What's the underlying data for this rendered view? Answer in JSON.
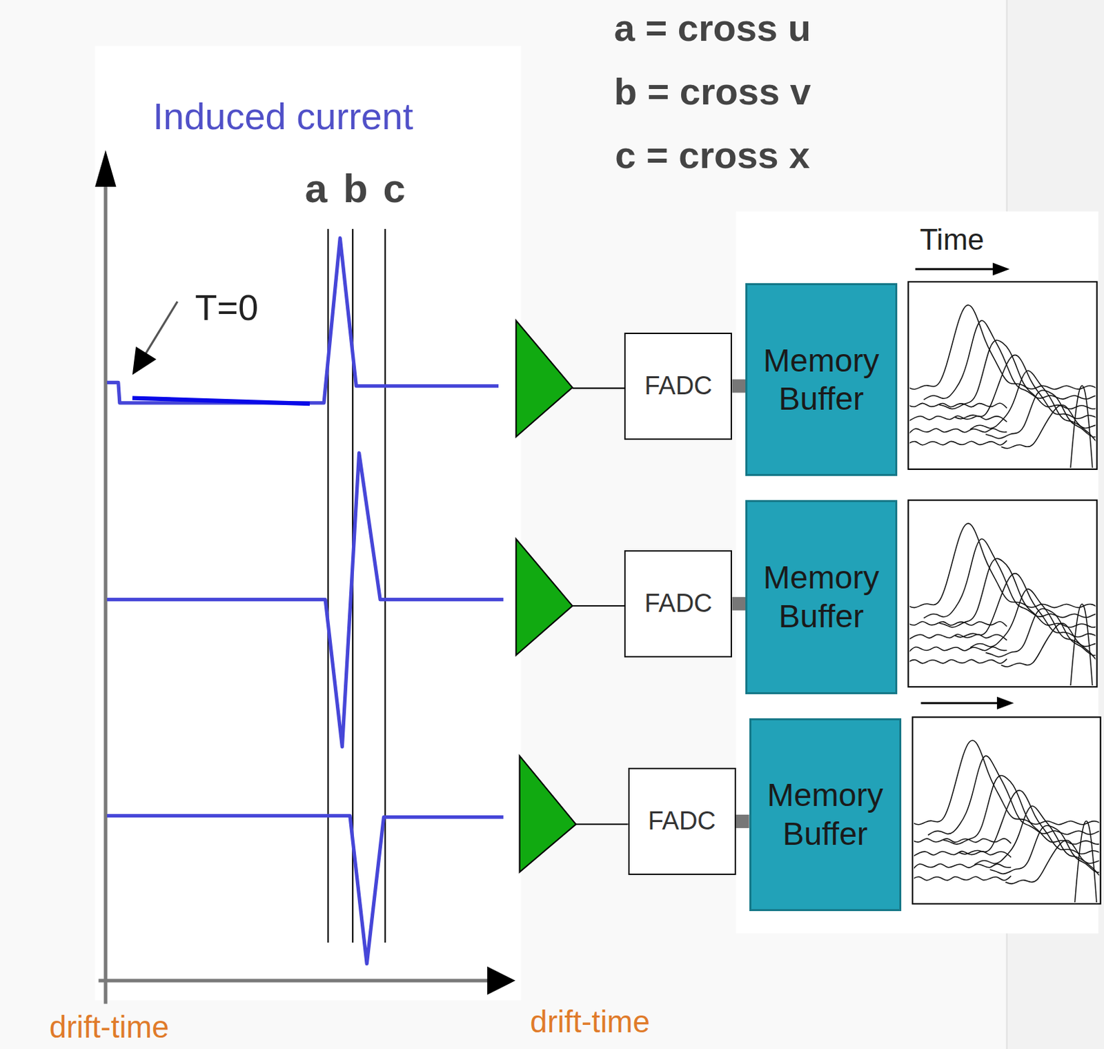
{
  "diagram": {
    "nodes": [
      {
        "text": [
          "FADC"
        ]
      },
      {
        "text": [
          "Memory Buffer"
        ]
      },
      {
        "text": [
          "FADC"
        ]
      },
      {
        "text": [
          "Memory Buffer"
        ]
      },
      {
        "text": [
          "FADC"
        ]
      },
      {
        "text": [
          "Memory Buffer"
        ]
      }
    ],
    "edges": [
      {
        "from": 0,
        "to": 1,
        "arrow": "none"
      },
      {
        "from": 2,
        "to": 3,
        "arrow": "none"
      },
      {
        "from": 4,
        "to": 5,
        "arrow": "none"
      }
    ],
    "labels": [
      "a = cross u",
      "b = cross v",
      "c = cross x",
      "Induced current",
      "a",
      "b",
      "c",
      "T=0",
      "Time",
      "drift-time",
      "drift-time"
    ]
  }
}
